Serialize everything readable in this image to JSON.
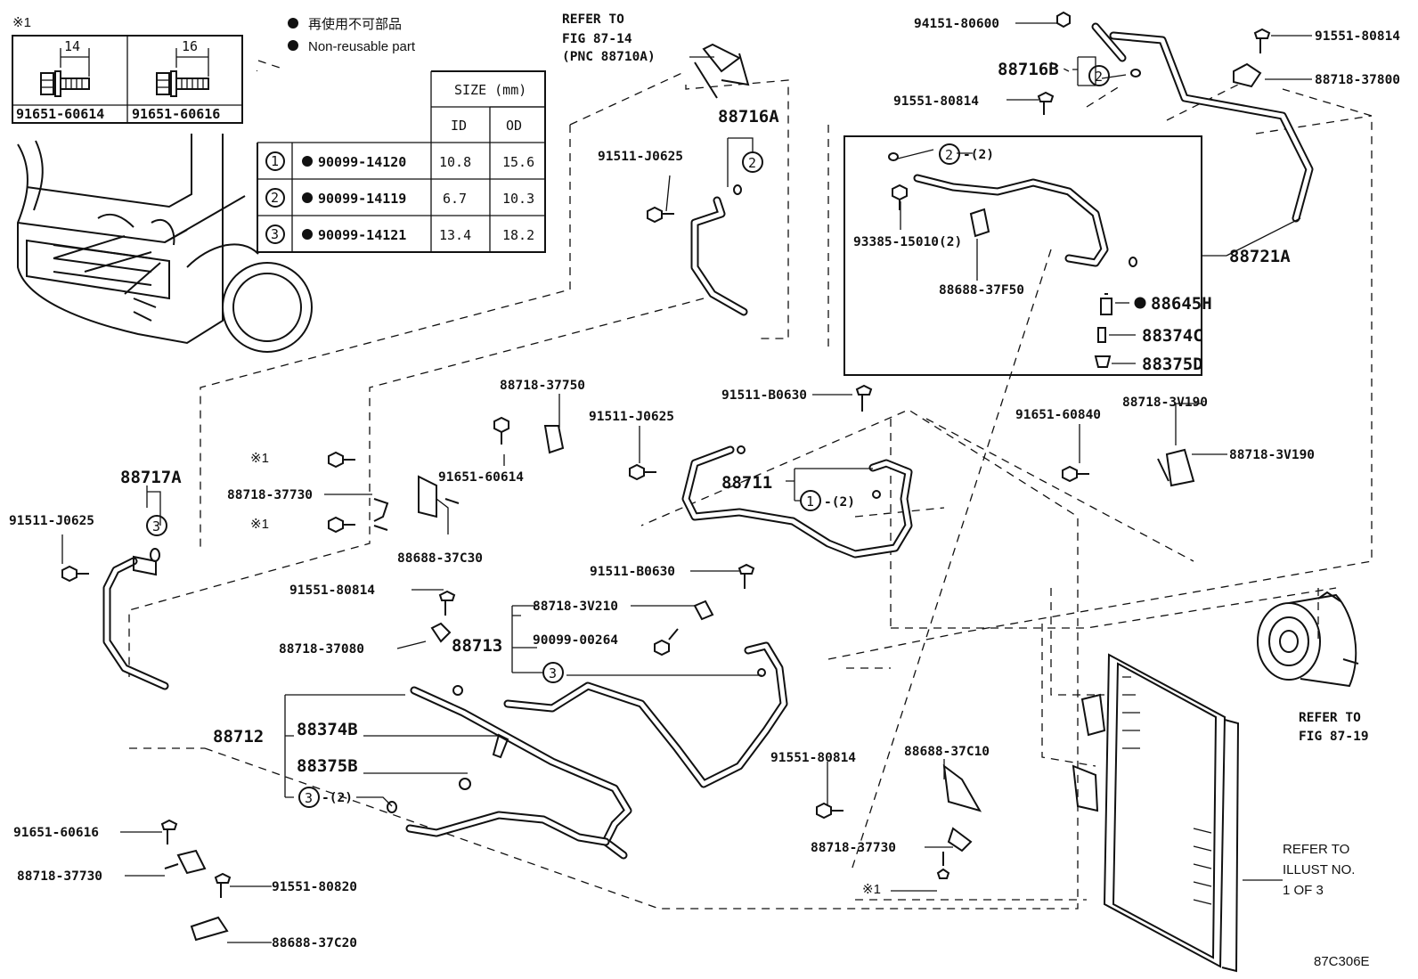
{
  "note_marker": "※1",
  "legend": {
    "line1": "再使用不可部品",
    "line2": "Non-reusable part"
  },
  "bolt_box": {
    "left": {
      "dim": "14",
      "part": "91651-60614"
    },
    "right": {
      "dim": "16",
      "part": "91651-60616"
    }
  },
  "size_table": {
    "header": "SIZE (mm)",
    "col_id": "ID",
    "col_od": "OD",
    "rows": [
      {
        "num": "1",
        "part": "90099-14120",
        "id": "10.8",
        "od": "15.6"
      },
      {
        "num": "2",
        "part": "90099-14119",
        "id": "6.7",
        "od": "10.3"
      },
      {
        "num": "3",
        "part": "90099-14121",
        "id": "13.4",
        "od": "18.2"
      }
    ]
  },
  "refs": {
    "fig87_14": [
      "REFER TO",
      "FIG 87-14",
      "(PNC 88710A)"
    ],
    "fig87_19": [
      "REFER TO",
      "FIG 87-19"
    ],
    "illust3": [
      "REFER TO",
      "ILLUST NO.",
      "1 OF 3"
    ]
  },
  "labels": {
    "p94151_80600": "94151-80600",
    "p91551_80814_a": "91551-80814",
    "p88716B": "88716B",
    "p88718_37800": "88718-37800",
    "p91551_80814_b": "91551-80814",
    "p88716A": "88716A",
    "p91511_J0625_a": "91511-J0625",
    "p93385": "93385-15010(2)",
    "p88688_37F50": "88688-37F50",
    "p88721A": "88721A",
    "p88645H": "88645H",
    "p88374C": "88374C",
    "p88375D": "88375D",
    "p2x2_a": "-(2)",
    "p88718_37750": "88718-37750",
    "p91511_B0630_a": "91511-B0630",
    "p91511_J0625_b": "91511-J0625",
    "p91651_60840": "91651-60840",
    "p88718_3V190_a": "88718-3V190",
    "p88718_3V190_b": "88718-3V190",
    "p88711": "88711",
    "p1x2": "-(2)",
    "p91651_60614": "91651-60614",
    "p88718_37730_a": "88718-37730",
    "p88688_37C30": "88688-37C30",
    "p88717A": "88717A",
    "p91511_J0625_c": "91511-J0625",
    "p91511_B0630_b": "91511-B0630",
    "p88718_3V210": "88718-3V210",
    "p91551_80814_c": "91551-80814",
    "p88718_37080": "88718-37080",
    "p88713": "88713",
    "p90099_00264": "90099-00264",
    "p88712": "88712",
    "p88374B": "88374B",
    "p88375B": "88375B",
    "p3x2": "-(2)",
    "p91551_80814_d": "91551-80814",
    "p88688_37C10": "88688-37C10",
    "p88718_37730_b": "88718-37730",
    "p91651_60616": "91651-60616",
    "p88718_37730_c": "88718-37730",
    "p91551_80820": "91551-80820",
    "p88688_37C20": "88688-37C20"
  },
  "callouts": {
    "one": "1",
    "two": "2",
    "three": "3"
  },
  "figure_code": "87C306E"
}
